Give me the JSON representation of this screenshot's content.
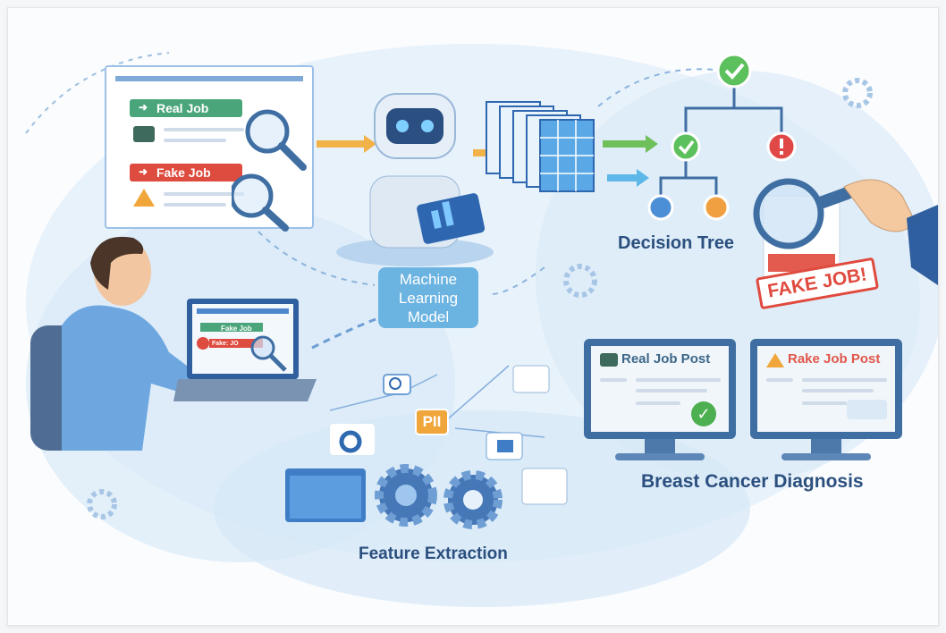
{
  "job_card": {
    "real_label": "Real Job",
    "fake_label": "Fake Job"
  },
  "model": {
    "label_lines": [
      "Machine",
      "Learning",
      "Model"
    ]
  },
  "decision_tree": {
    "label": "Decision Tree"
  },
  "stamp": {
    "text": "FAKE JOB!"
  },
  "laptop": {
    "real_label": "Fake Job",
    "fake_label": "Fake: JO"
  },
  "monitors": [
    {
      "title": "Real Job Post",
      "color": "#3d6789"
    },
    {
      "title": "Rake Job Post",
      "color": "#e0574a"
    }
  ],
  "diagnosis": {
    "label": "Breast Cancer Diagnosis"
  },
  "features": {
    "pii_label": "PII",
    "label": "Feature Extraction"
  },
  "colors": {
    "green": "#4aa57a",
    "red": "#de4b3f",
    "blue": "#6bb3e0",
    "orange": "#f0a63a",
    "navy": "#2b4f7e"
  }
}
